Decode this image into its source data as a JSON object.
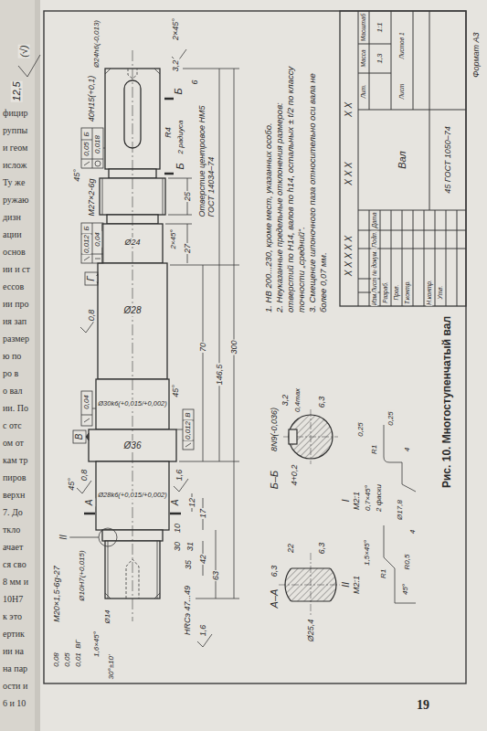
{
  "diagram": {
    "caption": "Рис. 10. Многоступенчатый вал",
    "labels": [
      "12,5",
      "(√)",
      "Ø24h6(-0,013)",
      "2×45°",
      "3,2",
      "6",
      "40H15(+0,1)",
      "Б",
      "R4",
      "2 радиуса",
      "Б",
      "0,05",
      "Б",
      "0,018",
      "45°",
      "М27×2-6g",
      "0,012",
      "Б",
      "0,04",
      "Г",
      "0,8",
      "Ø24",
      "Ø28",
      "Ø30k6(+0,015/+0,002)",
      "0,04",
      "В",
      "Ø36",
      "0,012",
      "В",
      "45°",
      "1,6",
      "45°",
      "0,8",
      "Ø28k6(+0,015/+0,002)",
      "А",
      "А",
      "II",
      "Ø10H7(+0,015)",
      "М20×1,5-6g-27",
      "Ø14",
      "1,6×45°",
      "30°±10'",
      "0,08",
      "0,05",
      "0,01",
      "ВГ",
      "12",
      "17",
      "10",
      "30",
      "31",
      "35",
      "42",
      "63",
      "HRCэ 47...49",
      "1,6",
      "25",
      "2×45°",
      "27",
      "70",
      "146,5",
      "300",
      "Отверстие центровое НМ5 ГОСТ 14034–74",
      "1. HB 200...230, кроме мест, указанных особо.",
      "2. Неуказанные предельные отклонения размеров: отверстий по H14, валов по h14, остальных ± t/2 по классу точности „средний“.",
      "3. Смещение шпоночного паза относительно оси вала не более 0,07 мм.",
      "Б–Б",
      "8N9(-0,036)",
      "3,2",
      "0,4max",
      "6,3",
      "4+0,2",
      "А–А",
      "6,3",
      "22",
      "6,3",
      "Ø25,4",
      "I",
      "М2:1",
      "0,7×45°",
      "2 фаски",
      "0,25",
      "R1",
      "0,25",
      "4",
      "II",
      "М2:1",
      "1,5×45°",
      "R1",
      "45°",
      "R0,5",
      "4",
      "Ø17,8",
      "Х Х Х Х Х",
      "Х Х Х",
      "Х Х",
      "Изм.",
      "Лист",
      "№ докум.",
      "Подп.",
      "Дата",
      "Разраб.",
      "Пров.",
      "Т.контр.",
      "Н.контр.",
      "Утв.",
      "Вал",
      "Лит.",
      "Масса",
      "Масштаб",
      "1,3",
      "1:1",
      "Лист",
      "Листов 1",
      "45 ГОСТ 1050–74",
      "Формат А3",
      "19",
      "фицир",
      "руппы",
      "и геом",
      "ислож",
      "Ту же",
      "ружаю",
      "дизн",
      "ации",
      "основ",
      "ии и ст",
      "ессов",
      "ии про",
      "ия зап",
      "размер",
      "ю по",
      "ро в",
      "о вал",
      "ии. По",
      "с отс",
      "ом от",
      "кам тр",
      "пиров",
      "верхн",
      "7. До",
      "ткло",
      "ачает",
      "ся сво",
      "8 мм и",
      "10Н7",
      "к это",
      "ертик",
      "ии на",
      "на пар",
      "ости и",
      "6 и 10"
    ]
  }
}
